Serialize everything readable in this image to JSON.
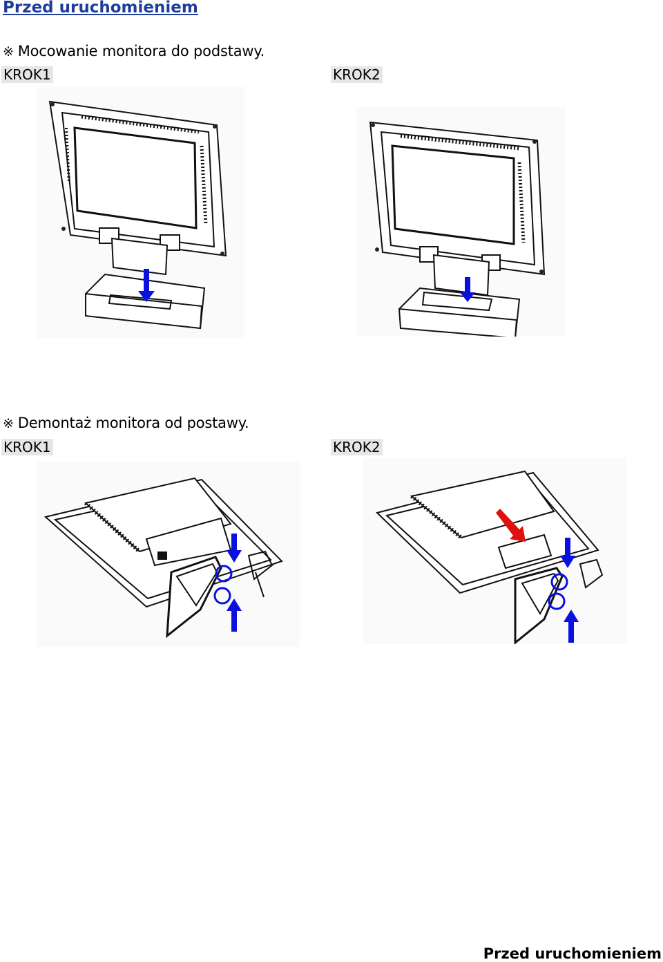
{
  "header": {
    "title": "Przed uruchomieniem"
  },
  "mounting": {
    "mark": "※",
    "title": "Mocowanie monitora do podstawy.",
    "step1_label": "KROK1",
    "step2_label": "KROK2"
  },
  "removal": {
    "mark": "※",
    "title": "Demontaż monitora od postawy.",
    "step1_label": "KROK1",
    "step2_label": "KROK2"
  },
  "footer": {
    "title": "Przed uruchomieniem"
  },
  "colors": {
    "title_blue": "#1f3d99",
    "arrow_blue": "#0a10e0",
    "arrow_red": "#e01010",
    "label_bg": "#e6e6e6"
  }
}
